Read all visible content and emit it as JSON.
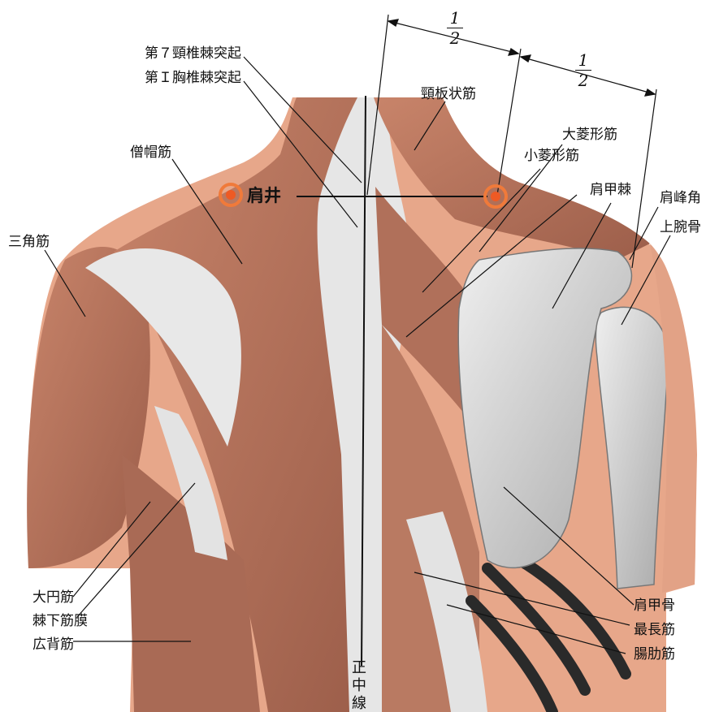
{
  "labels": {
    "c7_spinous": "第７頸椎棘突起",
    "t1_spinous": "第Ｉ胸椎棘突起",
    "trapezius": "僧帽筋",
    "splenius": "頸板状筋",
    "rhomboid_major": "大菱形筋",
    "rhomboid_minor": "小菱形筋",
    "scapular_spine": "肩甲棘",
    "acromial_angle": "肩峰角",
    "humerus": "上腕骨",
    "deltoid": "三角筋",
    "teres_major": "大円筋",
    "infraspinous_fascia": "棘下筋膜",
    "latissimus": "広背筋",
    "scapula": "肩甲骨",
    "longissimus": "最長筋",
    "iliocostalis": "腸肋筋",
    "midline": "正中線",
    "acupoint": "肩井"
  },
  "measure": {
    "half_a_num": "1",
    "half_a_den": "2",
    "half_b_num": "1",
    "half_b_den": "2"
  },
  "colors": {
    "muscle": "#b5735c",
    "muscle_dark": "#8e5544",
    "skin": "#e8a88c",
    "tendon": "#e6e6e6",
    "bone": "#d4d4d4",
    "acupoint_ring": "#f07a3a",
    "acupoint_fill": "#ee5a24",
    "line": "#111111"
  }
}
